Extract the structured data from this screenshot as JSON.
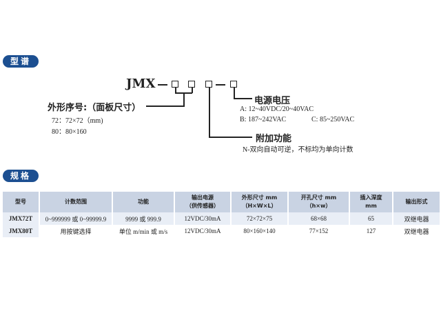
{
  "sections": {
    "model": "型谱",
    "spec": "规格"
  },
  "model_code": {
    "prefix": "JMX",
    "dash": "—"
  },
  "size": {
    "title": "外形序号:（面板尺寸）",
    "options": [
      "72：72×72（mm)",
      "80：80×160"
    ]
  },
  "power": {
    "title": "电源电压",
    "options": [
      "A: 12~40VDC/20~40VAC",
      "B: 187~242VAC",
      "C: 85~250VAC"
    ]
  },
  "extra": {
    "title": "附加功能",
    "desc": "N-双向自动可逆，不标均为单向计数"
  },
  "table": {
    "headers": [
      "型号",
      "计数范围",
      "功能",
      "输出电源\n（供传感器）",
      "外形尺寸 mm\n（H×W×L）",
      "开孔尺寸 mm\n（h×w）",
      "插入深度\nmm",
      "输出形式"
    ],
    "rows": [
      [
        "JMX72T",
        "0~999999 或 0~99999.9",
        "9999 或 999.9",
        "12VDC/30mA",
        "72×72×75",
        "68×68",
        "65",
        "双继电器"
      ],
      [
        "JMX80T",
        "用按键选择",
        "单位 m/min 或 m/s",
        "12VDC/30mA",
        "80×160×140",
        "77×152",
        "127",
        "双继电器"
      ]
    ]
  }
}
